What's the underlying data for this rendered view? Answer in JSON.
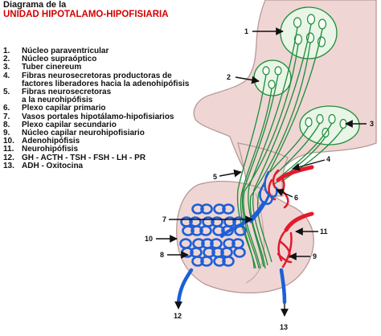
{
  "header": {
    "line1": "Diagrama de la",
    "line2": "UNIDAD HIPOTALAMO-HIPOFISIARIA"
  },
  "legend": [
    {
      "num": "1.",
      "text": "Núcleo paraventricular"
    },
    {
      "num": "2.",
      "text": "Núcleo supraóptico"
    },
    {
      "num": "3.",
      "text": "Tuber cinereum"
    },
    {
      "num": "4.",
      "text": "Fibras neurosecretoras productoras de"
    },
    {
      "num": "",
      "text": "factores liberadores hacia la adenohipófisis"
    },
    {
      "num": "5.",
      "text": "Fibras neurosecretoras"
    },
    {
      "num": "",
      "text": "a la neurohipófisis"
    },
    {
      "num": "6.",
      "text": "Plexo capilar primario"
    },
    {
      "num": "7.",
      "text": "Vasos portales hipotálamo-hipofisiarios"
    },
    {
      "num": "8.",
      "text": "Plexo capilar secundario"
    },
    {
      "num": "9.",
      "text": "Núcleo capilar neurohipofisiario"
    },
    {
      "num": "10.",
      "text": "Adenohipófisis"
    },
    {
      "num": "11.",
      "text": "Neurohipófisis"
    },
    {
      "num": "12.",
      "text": "GH - ACTH - TSH - FSH - LH - PR"
    },
    {
      "num": "13.",
      "text": "ADH - Oxitocina"
    }
  ],
  "callouts": {
    "c1": "1",
    "c2": "2",
    "c3": "3",
    "c4": "4",
    "c5": "5",
    "c6": "6",
    "c7": "7",
    "c8": "8",
    "c9": "9",
    "c10": "10",
    "c11": "11",
    "c12": "12",
    "c13": "13"
  },
  "colors": {
    "tissue": "#efd6d4",
    "tissue_shadow": "#b89996",
    "fiber": "#1e8c3a",
    "nucleus_fill": "#e9f5e6",
    "portal_blue": "#1d5fd6",
    "artery_red": "#e21b2b",
    "title_red": "#d40000"
  }
}
